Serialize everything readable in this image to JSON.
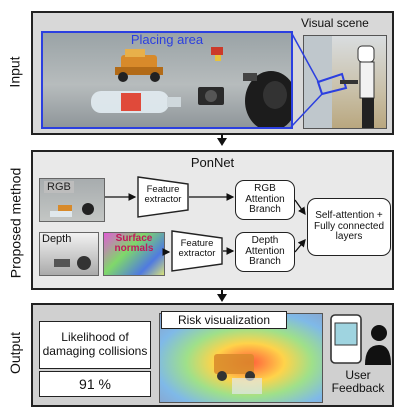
{
  "sections": {
    "input": "Input",
    "method": "Proposed method",
    "output": "Output"
  },
  "input_panel": {
    "placing_area": "Placing area",
    "visual_scene": "Visual scene"
  },
  "method_panel": {
    "title": "PonNet",
    "rgb_label": "RGB",
    "depth_label": "Depth",
    "surface_normals": "Surface normals",
    "feature_extractor_1": "Feature extractor",
    "feature_extractor_2": "Feature extractor",
    "rgb_branch": "RGB Attention Branch",
    "depth_branch": "Depth Attention Branch",
    "fusion": "Self-attention + Fully connected layers"
  },
  "output_panel": {
    "likelihood_label": "Likelihood of damaging collisions",
    "likelihood_value": "91 %",
    "risk_title": "Risk visualization",
    "user_feedback": "User Feedback"
  },
  "colors": {
    "placing_area_border": "#2b3fe0",
    "placing_area_text": "#2b3fe0",
    "surface_normals_text": "#c2185b",
    "panel_bg": "#d8d8d8"
  }
}
